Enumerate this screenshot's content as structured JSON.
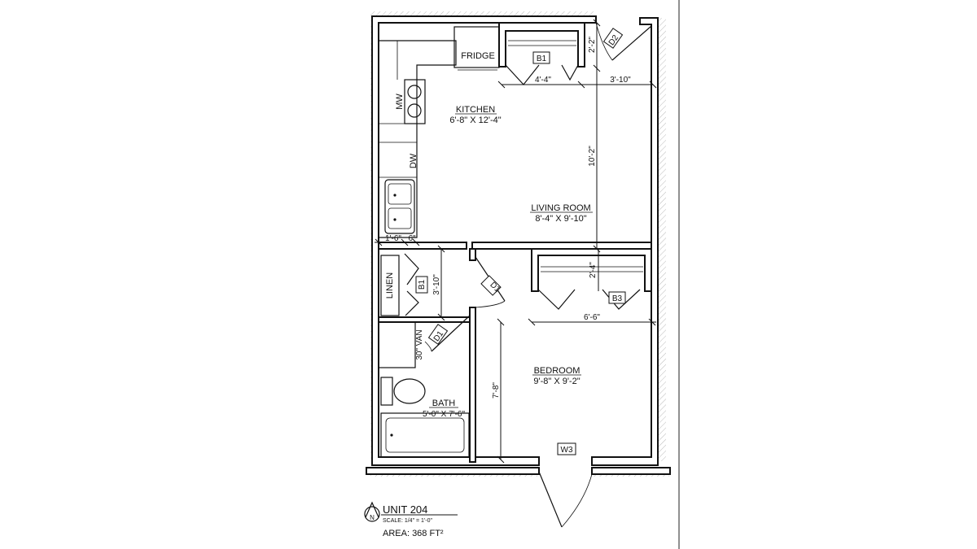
{
  "plan": {
    "rooms": {
      "kitchen": {
        "name": "KITCHEN",
        "size": "6'-8\" X 12'-4\""
      },
      "living": {
        "name": "LIVING ROOM",
        "size": "8'-4\" X 9'-10\""
      },
      "bedroom": {
        "name": "BEDROOM",
        "size": "9'-8\" X 9'-2\""
      },
      "bath": {
        "name": "BATH",
        "size": "5'-0\" X 7'-6\""
      }
    },
    "fixtures": {
      "fridge": "FRIDGE",
      "mw": "MW",
      "dw": "DW",
      "linen": "LINEN",
      "vanity": "30\" VAN"
    },
    "tags": {
      "b1_top": "B1",
      "b1_linen": "B1",
      "b3": "B3",
      "d1_bedroom": "D1",
      "d1_bath": "D1",
      "d2": "D2",
      "w3": "W3"
    },
    "dimensions": {
      "closet_top_width": "4'-4\"",
      "entry_width": "3'-10\"",
      "top_closet_depth": "2'-2\"",
      "living_depth": "10'-2\"",
      "counter_a": "1'-6\"",
      "counter_b": "6\"",
      "linen_height": "3'-10\"",
      "bed_closet_depth": "2'-4\"",
      "bed_closet_width": "6'-6\"",
      "bedroom_depth": "7'-8\""
    },
    "title": {
      "unit": "UNIT 204",
      "scale": "SCALE: 1/4\" = 1'-0\"",
      "area": "AREA: 368 FT²",
      "north": "N"
    }
  }
}
